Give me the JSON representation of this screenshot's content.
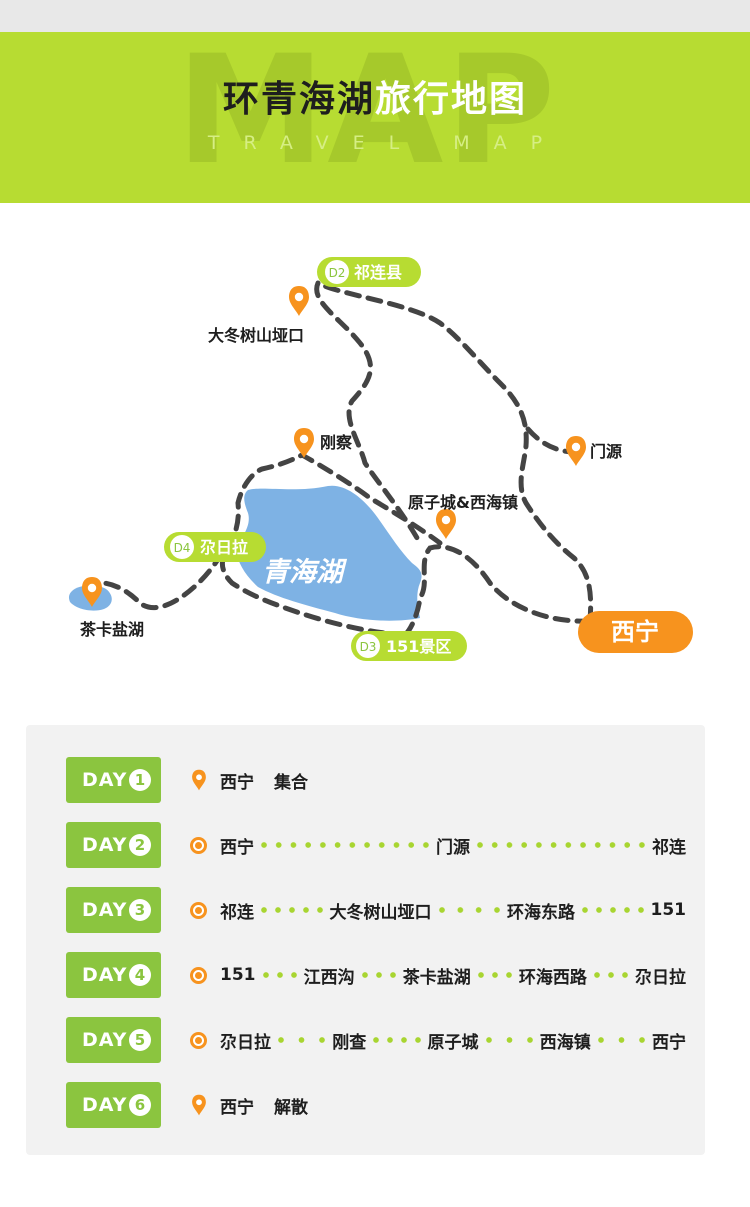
{
  "header": {
    "title_dark": "环青海湖",
    "title_light": "旅行地图",
    "subtitle": "TRAVEL MAP",
    "background_word": "MAP"
  },
  "map": {
    "lake_label": "青海湖",
    "pins": {
      "dadongshu": "大冬树山垭口",
      "gangcha": "刚察",
      "menyuan": "门源",
      "yuanzicheng": "原子城&西海镇",
      "chaka": "茶卡盐湖"
    },
    "day_tags": {
      "d2": {
        "code": "D2",
        "name": "祁连县"
      },
      "d3": {
        "code": "D3",
        "name": "151景区"
      },
      "d4": {
        "code": "D4",
        "name": "尕日拉"
      }
    },
    "start_label": "西宁"
  },
  "itinerary": [
    {
      "day_label": "DAY",
      "day_num": "1",
      "icon": "map-pin-icon",
      "stops": [
        "西宁",
        "集合"
      ],
      "connected": false
    },
    {
      "day_label": "DAY",
      "day_num": "2",
      "icon": "target-icon",
      "stops": [
        "西宁",
        "门源",
        "祁连"
      ],
      "connected": true
    },
    {
      "day_label": "DAY",
      "day_num": "3",
      "icon": "target-icon",
      "stops": [
        "祁连",
        "大冬树山垭口",
        "环海东路",
        "151"
      ],
      "connected": true
    },
    {
      "day_label": "DAY",
      "day_num": "4",
      "icon": "target-icon",
      "stops": [
        "151",
        "江西沟",
        "茶卡盐湖",
        "环海西路",
        "尕日拉"
      ],
      "connected": true
    },
    {
      "day_label": "DAY",
      "day_num": "5",
      "icon": "target-icon",
      "stops": [
        "尕日拉",
        "刚查",
        "原子城",
        "西海镇",
        "西宁"
      ],
      "connected": true
    },
    {
      "day_label": "DAY",
      "day_num": "6",
      "icon": "map-pin-icon",
      "stops": [
        "西宁",
        "解散"
      ],
      "connected": false
    }
  ],
  "colors": {
    "banner": "#b7dc32",
    "badge": "#8bc53f",
    "pin": "#f7931e",
    "lake": "#7eb2e4",
    "route": "#444444"
  }
}
